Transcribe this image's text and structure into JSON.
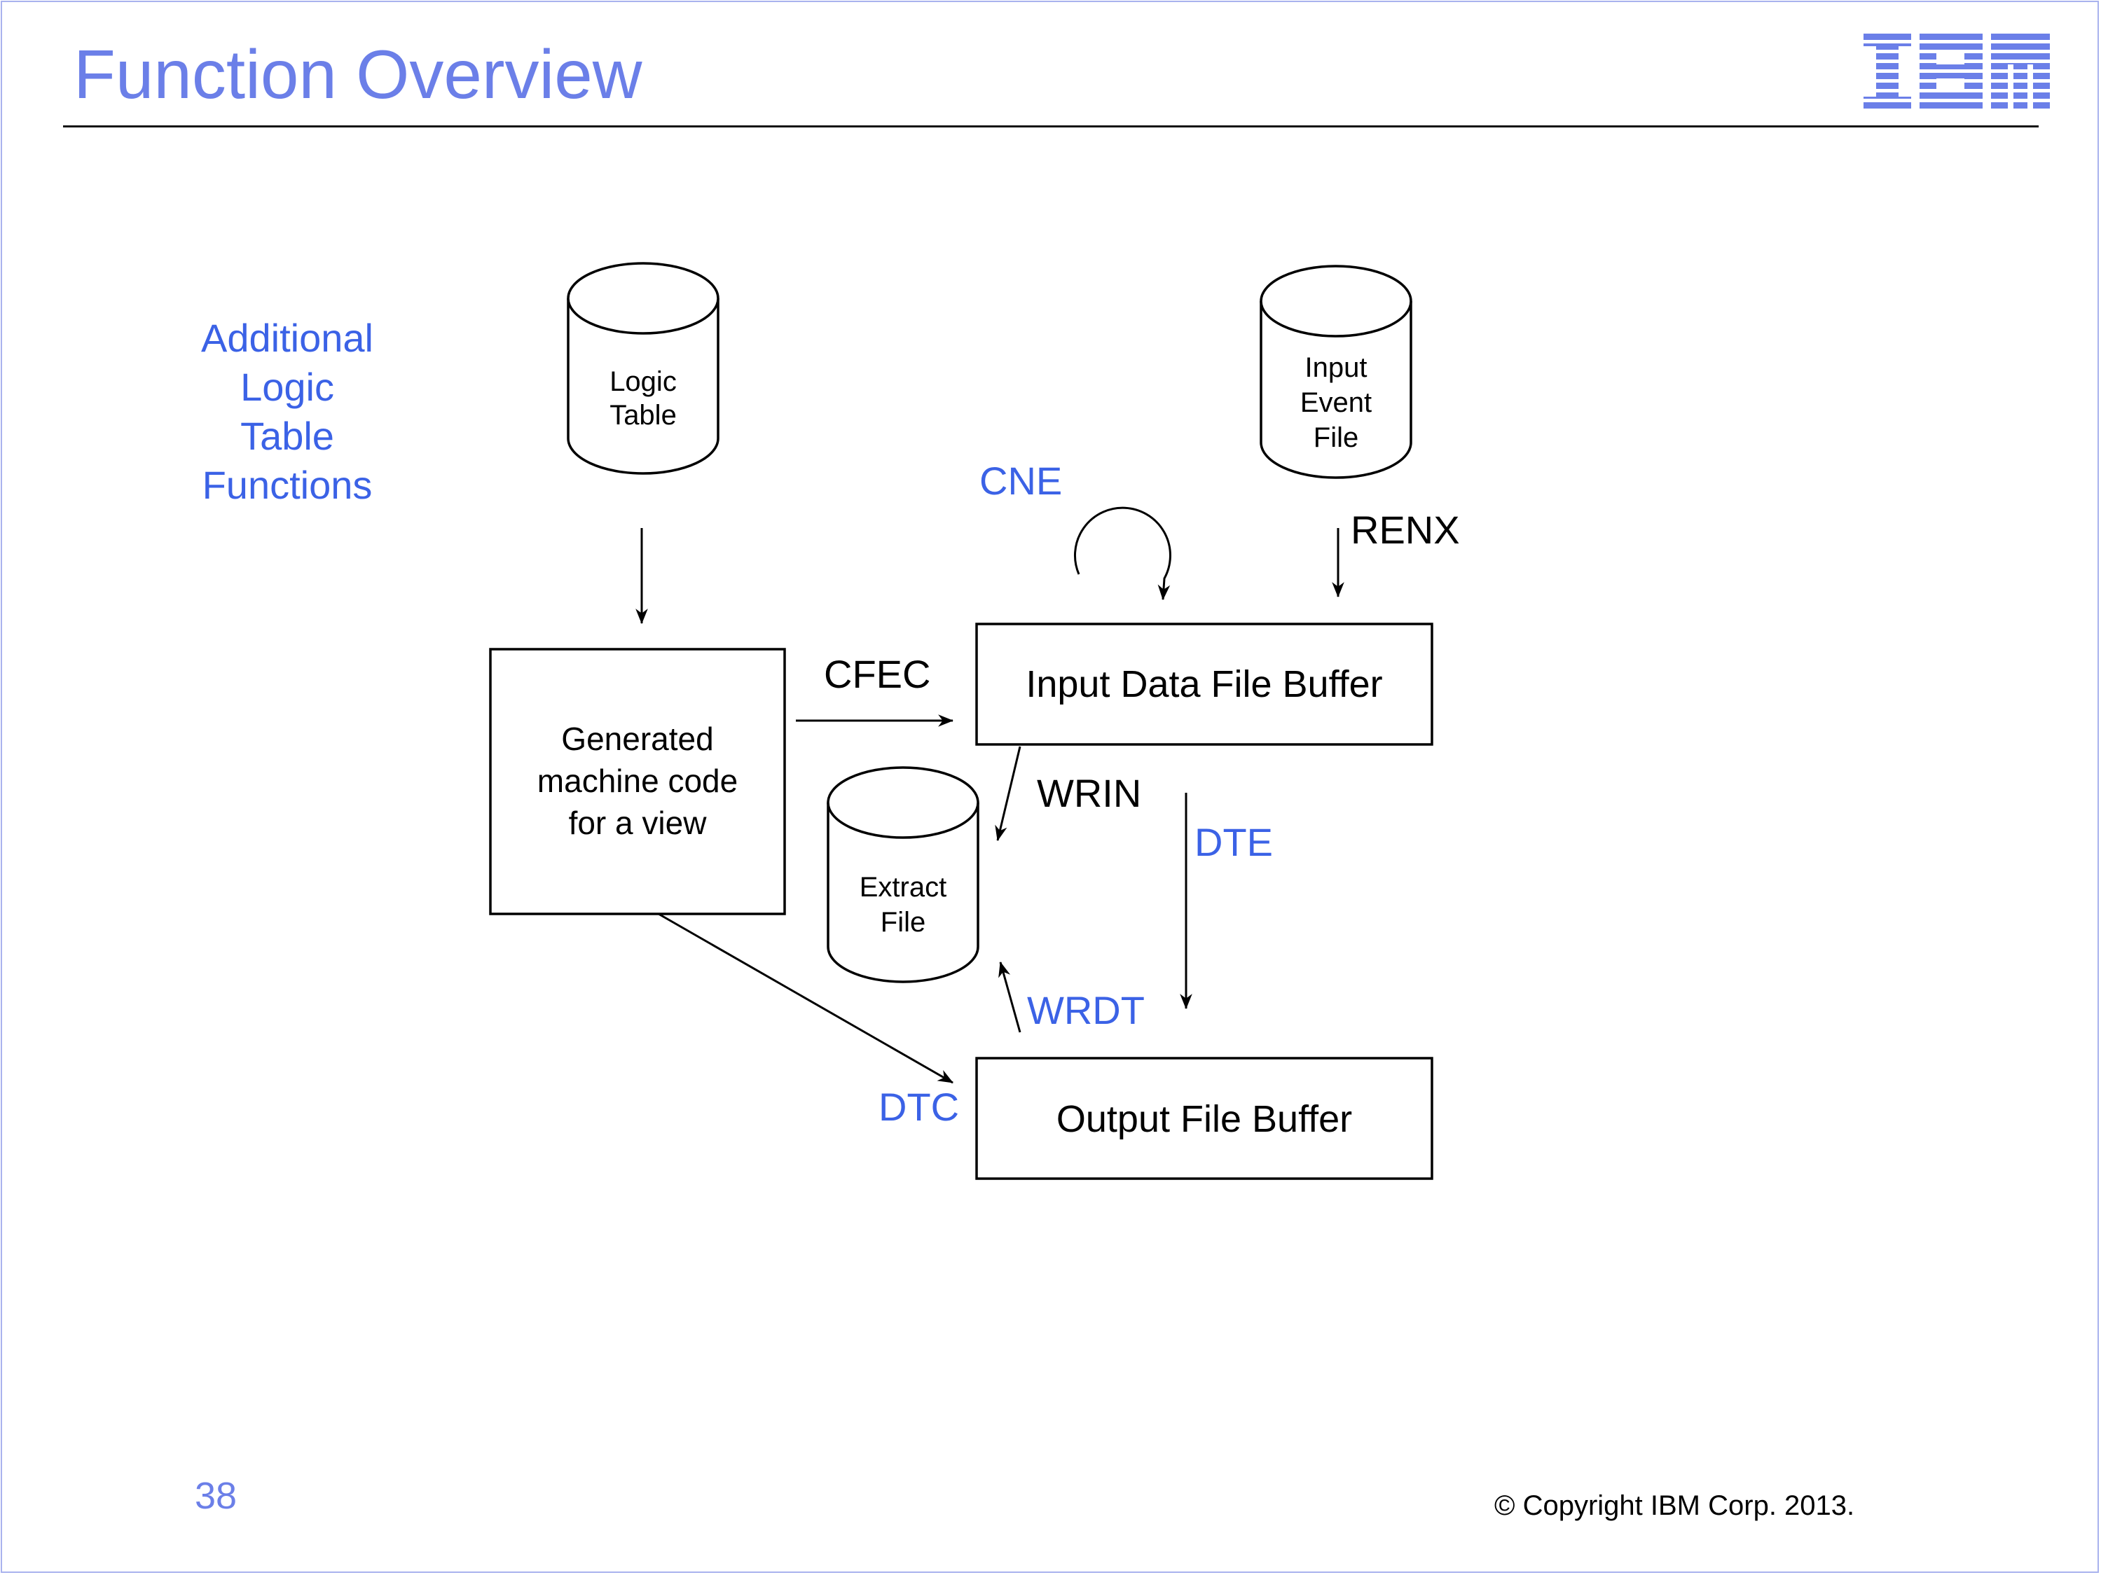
{
  "slide": {
    "title": "Function Overview",
    "logo_text": "IBM",
    "page_number": "38",
    "copyright": "© Copyright IBM Corp. 2013."
  },
  "side_note": {
    "lines": [
      "Additional",
      "Logic",
      "Table",
      "Functions"
    ]
  },
  "diagram": {
    "logic_table": [
      "Logic",
      "Table"
    ],
    "input_event_file": [
      "Input",
      "Event",
      "File"
    ],
    "extract_file": [
      "Extract",
      "File"
    ],
    "generated_code": [
      "Generated",
      "machine code",
      "for a view"
    ],
    "input_buffer": "Input Data File Buffer",
    "output_buffer": "Output File Buffer",
    "labels": {
      "cne": "CNE",
      "renx": "RENX",
      "cfec": "CFEC",
      "wrin": "WRIN",
      "dte": "DTE",
      "wrdt": "WRDT",
      "dtc": "DTC"
    }
  },
  "colors": {
    "title": "#6b7fe8",
    "function_label": "#3b62e6",
    "standard_label": "#000000",
    "frame": "#a9b2ee"
  }
}
